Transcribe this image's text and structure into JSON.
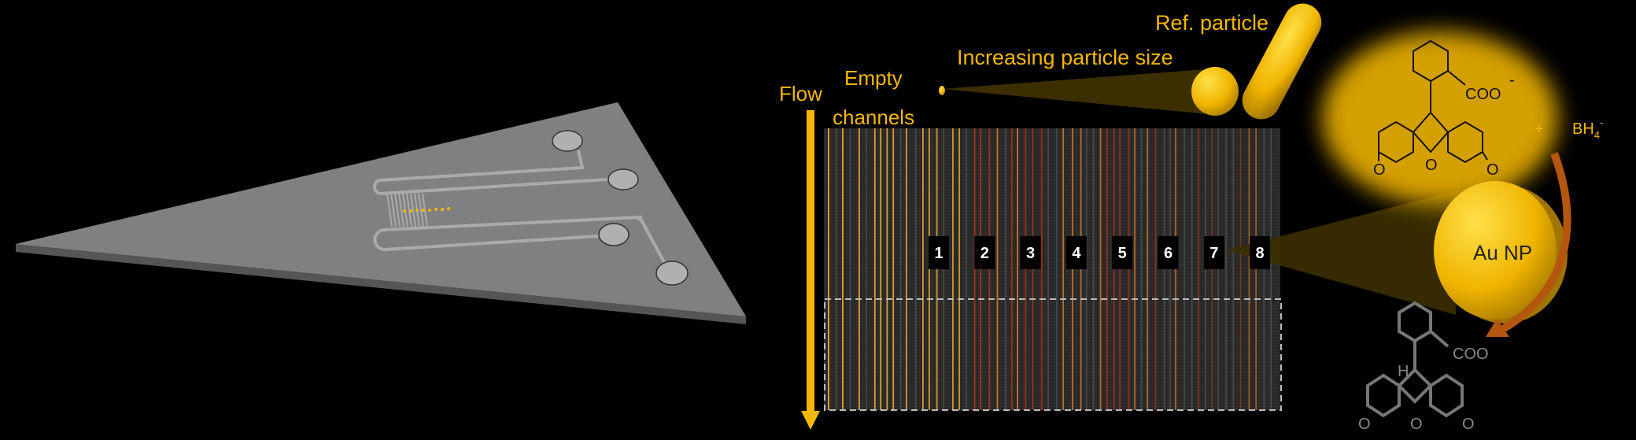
{
  "labels": {
    "flow": "Flow",
    "empty_channels_line1": "Empty",
    "empty_channels_line2": "channels",
    "increasing_size": "Increasing particle size",
    "ref_particle": "Ref. particle",
    "au_np": "Au NP",
    "plus": "+",
    "borohydride": "BH",
    "borohydride_sub": "4",
    "borohydride_sup": "-",
    "coo_top": "COO",
    "coo_bottom": "COO",
    "oxygen": "O",
    "hydrogen": "H",
    "minus": "-"
  },
  "channel_numbers": [
    "1",
    "2",
    "3",
    "4",
    "5",
    "6",
    "7",
    "8"
  ],
  "colors": {
    "gold": "#f5b800",
    "chip": "#7a7a7a",
    "stripe_orange": "#ff8a2a",
    "stripe_red": "#c2361a",
    "arrow_brown": "#b5560f"
  }
}
